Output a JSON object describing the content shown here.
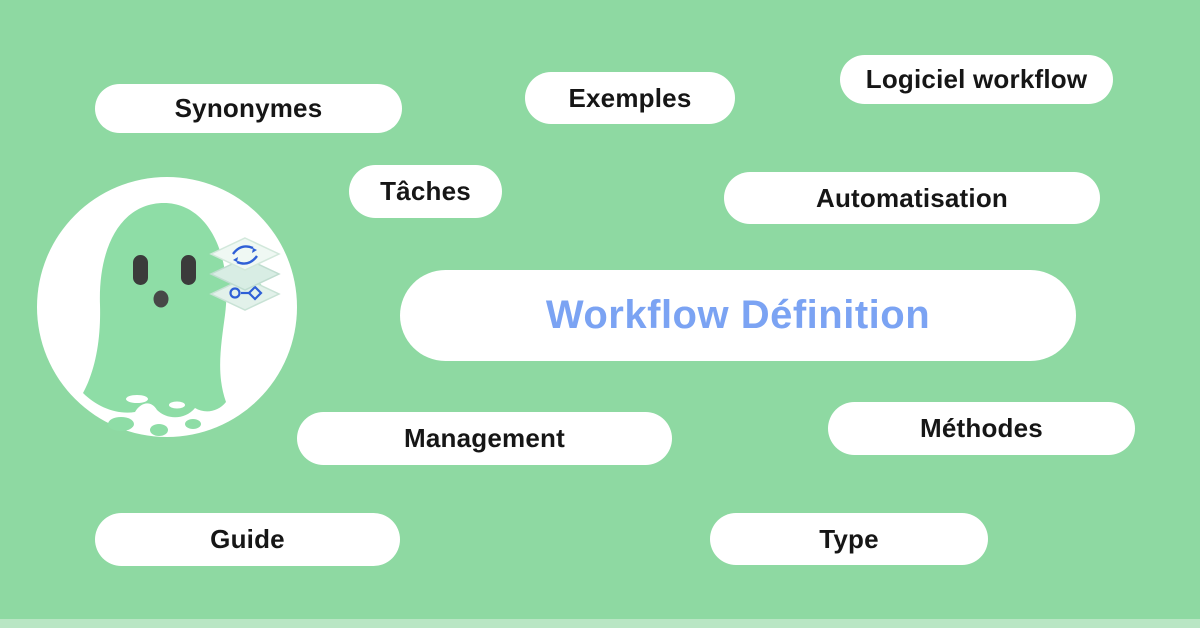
{
  "canvas": {
    "background_color": "#8ed9a2",
    "pill_background": "#ffffff",
    "pill_text_color": "#161616"
  },
  "center_pill": {
    "label": "Workflow Définition",
    "text_color": "#7ba3f3"
  },
  "keyword_pills": [
    {
      "id": "synonymes",
      "label": "Synonymes"
    },
    {
      "id": "exemples",
      "label": "Exemples"
    },
    {
      "id": "logiciel-workflow",
      "label": "Logiciel workflow"
    },
    {
      "id": "taches",
      "label": "Tâches"
    },
    {
      "id": "automatisation",
      "label": "Automatisation"
    },
    {
      "id": "management",
      "label": "Management"
    },
    {
      "id": "methodes",
      "label": "Méthodes"
    },
    {
      "id": "guide",
      "label": "Guide"
    },
    {
      "id": "type",
      "label": "Type"
    }
  ],
  "mascot": {
    "name": "green-ghost-mascot",
    "accessory": "workflow-layers-icon",
    "body_color": "#8edda6",
    "eye_color": "#3b3b3b",
    "badge_background": "#ffffff",
    "icon_accent_color": "#2e5fd6"
  }
}
